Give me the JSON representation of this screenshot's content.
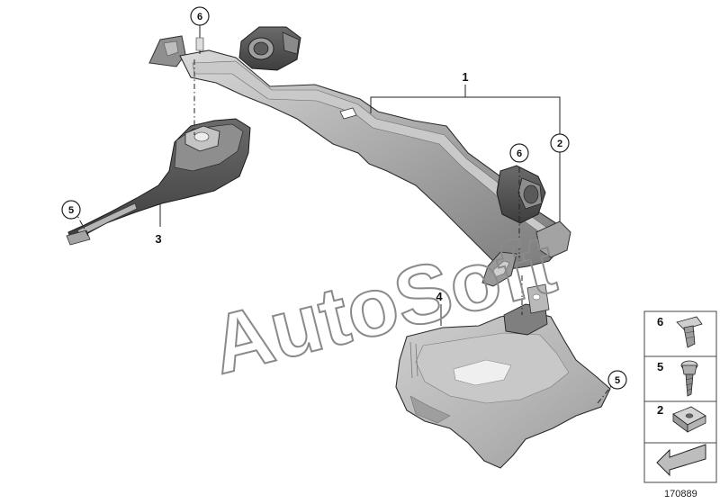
{
  "diagram": {
    "callouts": {
      "c6_top": "6",
      "c5_left": "5",
      "c6_mid": "6",
      "c2": "2",
      "c5_right": "5"
    },
    "labels": {
      "l1": "1",
      "l3": "3",
      "l4": "4"
    },
    "watermark": "AutoSoft",
    "reference": "170889"
  },
  "legend": {
    "items": [
      {
        "number": "6",
        "part": "push-rivet-icon"
      },
      {
        "number": "5",
        "part": "screw-icon"
      },
      {
        "number": "2",
        "part": "clip-nut-icon"
      }
    ],
    "arrow": "direction-arrow-icon"
  }
}
